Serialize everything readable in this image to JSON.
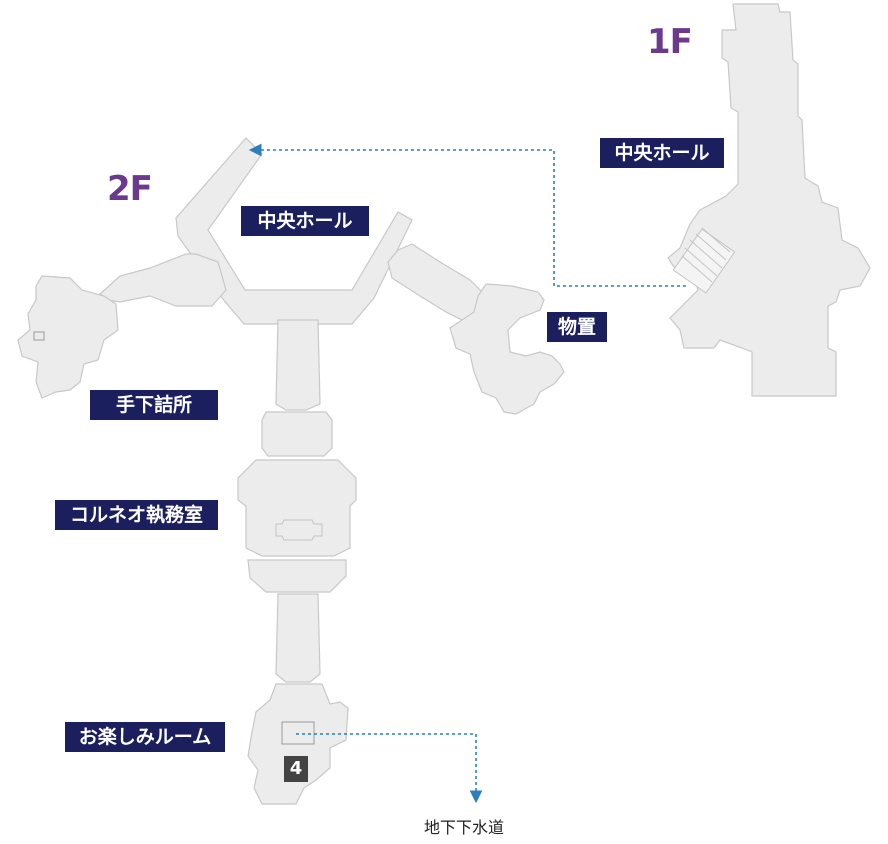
{
  "floors": {
    "first": "1F",
    "second": "2F"
  },
  "areas": {
    "central_hall_1f": "中央ホール",
    "central_hall_2f": "中央ホール",
    "storage": "物置",
    "henchmen_quarters": "手下詰所",
    "corneo_office": "コルネオ執務室",
    "fun_room": "お楽しみルーム"
  },
  "markers": {
    "waypoint_number": "4"
  },
  "exits": {
    "sewer": "地下下水道"
  },
  "colors": {
    "room_fill": "#ececec",
    "room_stroke": "#c8c8c8",
    "label_bg": "#1c1f5e",
    "floor_label": "#6b3a8f",
    "route_line": "#2b7fbd",
    "badge_bg": "#444444"
  }
}
